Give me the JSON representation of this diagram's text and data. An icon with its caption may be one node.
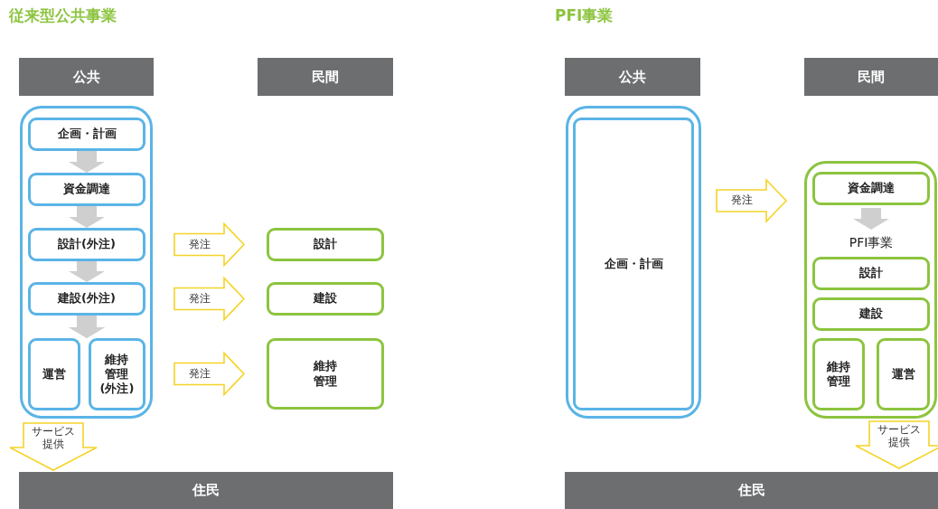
{
  "diagram": {
    "nodes": [
      {
        "text": [
          "公共"
        ]
      },
      {
        "text": [
          "民間"
        ]
      },
      {
        "text": [],
        "shape": "box"
      },
      {
        "text": [
          "企画・計画"
        ],
        "in": 2
      },
      {
        "text": [
          "資金調達"
        ],
        "in": 2
      },
      {
        "text": [
          "設計(外注)"
        ],
        "in": 2
      },
      {
        "text": [
          "建設(外注)"
        ],
        "in": 2
      },
      {
        "text": [
          "運営"
        ],
        "in": 2
      },
      {
        "text": [
          "維持管理(外注)"
        ],
        "in": 2
      },
      {
        "text": [
          "設計"
        ]
      },
      {
        "text": [
          "建設"
        ]
      },
      {
        "text": [
          "維持管理"
        ]
      },
      {
        "text": [
          "住民"
        ]
      },
      {
        "text": [
          "公共"
        ]
      },
      {
        "text": [
          "民間"
        ]
      },
      {
        "text": [],
        "shape": "box"
      },
      {
        "text": [
          "企画・計画"
        ],
        "in": 15
      },
      {
        "text": [],
        "shape": "box"
      },
      {
        "text": [
          "資金調達"
        ],
        "in": 17
      },
      {
        "text": [
          "PFI事業"
        ],
        "in": 17
      },
      {
        "text": [
          "設計"
        ],
        "in": 17
      },
      {
        "text": [
          "建設"
        ],
        "in": 17
      },
      {
        "text": [
          "維持管理"
        ],
        "in": 17
      },
      {
        "text": [
          "運営"
        ],
        "in": 17
      },
      {
        "text": [
          "住民"
        ]
      }
    ],
    "edges": [
      {
        "from": 3,
        "to": 4,
        "arrow": "to"
      },
      {
        "from": 4,
        "to": 5,
        "arrow": "to"
      },
      {
        "from": 5,
        "to": 6,
        "arrow": "to"
      },
      {
        "from": 6,
        "to": 7,
        "arrow": "to"
      },
      {
        "from": 6,
        "to": 8,
        "arrow": "to"
      },
      {
        "from": 5,
        "to": 9,
        "arrow": "to",
        "label": "発注",
        "color": "#f5d327"
      },
      {
        "from": 6,
        "to": 10,
        "arrow": "to",
        "label": "発注",
        "color": "#f5d327"
      },
      {
        "from": 8,
        "to": 11,
        "arrow": "to",
        "label": "発注",
        "color": "#f5d327"
      },
      {
        "from": 2,
        "to": 12,
        "arrow": "to",
        "label": "サービス提供",
        "color": "#f5d327"
      },
      {
        "from": 15,
        "to": 17,
        "arrow": "to",
        "label": "発注",
        "color": "#f5d327"
      },
      {
        "from": 18,
        "to": 19,
        "arrow": "to"
      },
      {
        "from": 17,
        "to": 24,
        "arrow": "to",
        "label": "サービス提供",
        "color": "#f5d327"
      }
    ],
    "labels": [
      "従来型公共事業",
      "PFI事業"
    ]
  }
}
